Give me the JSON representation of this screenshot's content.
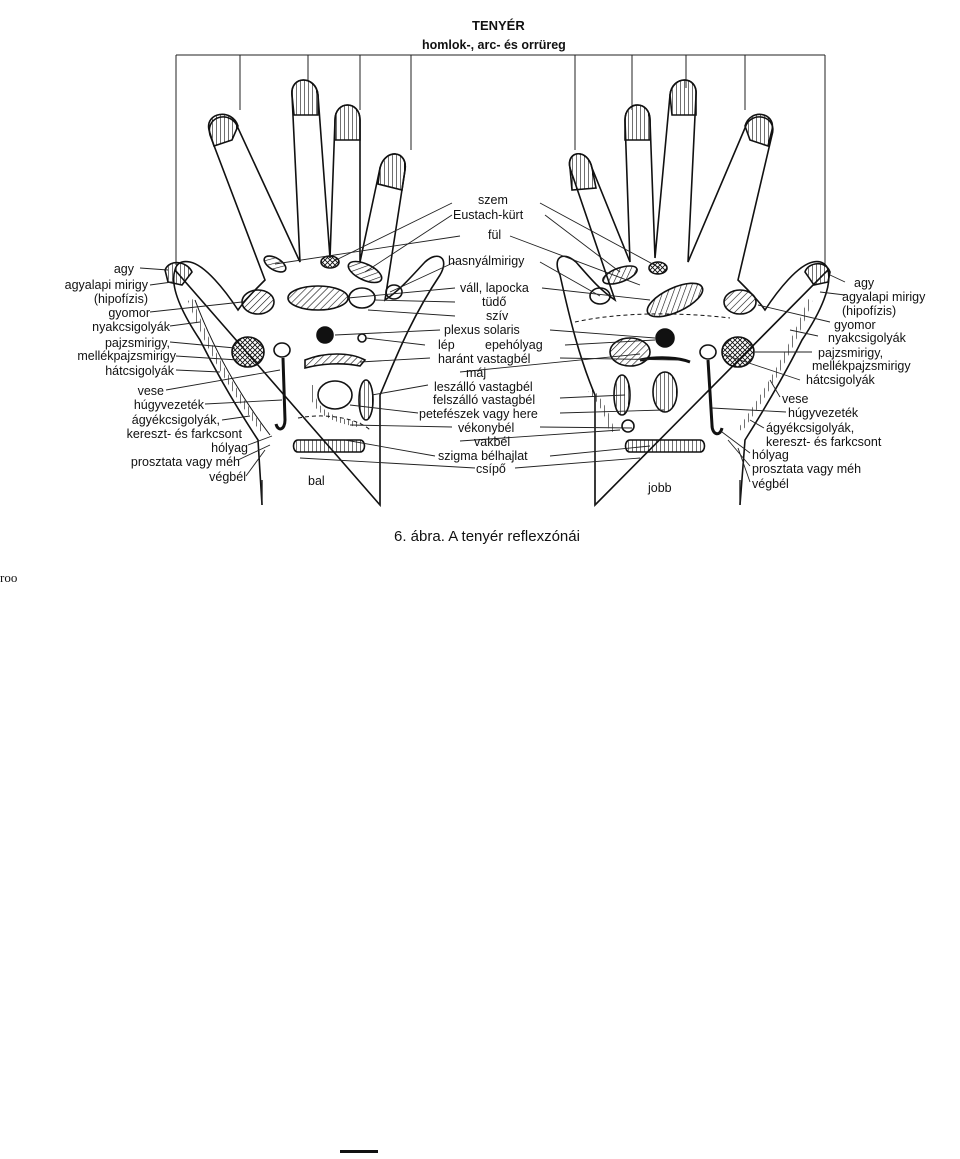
{
  "header": {
    "title": "TENYÉR",
    "subtitle": "homlok-, arc- és orrüreg"
  },
  "hands": {
    "left": "bal",
    "right": "jobb"
  },
  "left_labels": {
    "agy": "agy",
    "agyalapi": "agyalapi mirigy",
    "hipofizis": "(hipofízis)",
    "gyomor": "gyomor",
    "nyakcsigolyak": "nyakcsigolyák",
    "pajzsmirigy": "pajzsmirigy,",
    "mellekpajzsmirigy": "mellékpajzsmirigy",
    "hatcsigolyak": "hátcsigolyák",
    "vese": "vese",
    "hugyvezetek": "húgyvezeték",
    "agyekcsigolyak": "ágyékcsigolyák,",
    "kereszt": "kereszt- és farkcsont",
    "holyag": "hólyag",
    "prosztata": "prosztata vagy méh",
    "vegbel": "végbél"
  },
  "center_labels": {
    "szem": "szem",
    "eustach": "Eustach-kürt",
    "ful": "fül",
    "hasnyal": "hasnyálmirigy",
    "vall": "váll, lapocka",
    "tudo": "tüdő",
    "sziv": "szív",
    "plexus": "plexus solaris",
    "lep": "lép",
    "epeholyag": "epehólyag",
    "harant": "haránt vastagbél",
    "maj": "máj",
    "leszallo": "leszálló vastagbél",
    "felszallo": "felszálló vastagbél",
    "petefeszek": "petefészek vagy here",
    "vekonybel": "vékonybél",
    "vakbel": "vakbél",
    "szigma": "szigma bélhajlat",
    "csipo": "csípő"
  },
  "right_labels": {
    "agy": "agy",
    "agyalapi": "agyalapi mirigy",
    "hipofizis": "(hipofízis)",
    "gyomor": "gyomor",
    "nyakcsigolyak": "nyakcsigolyák",
    "pajzsmirigy": "pajzsmirigy,",
    "mellekpajzsmirigy": "mellékpajzsmirigy",
    "hatcsigolyak": "hátcsigolyák",
    "vese": "vese",
    "hugyvezetek": "húgyvezeték",
    "agyekcsigolyak": "ágyékcsigolyák,",
    "kereszt": "kereszt- és farkcsont",
    "holyag": "hólyag",
    "prosztata": "prosztata vagy méh",
    "vegbel": "végbél"
  },
  "caption": "6. ábra. A tenyér reflexzónái",
  "page_mark": "roo"
}
